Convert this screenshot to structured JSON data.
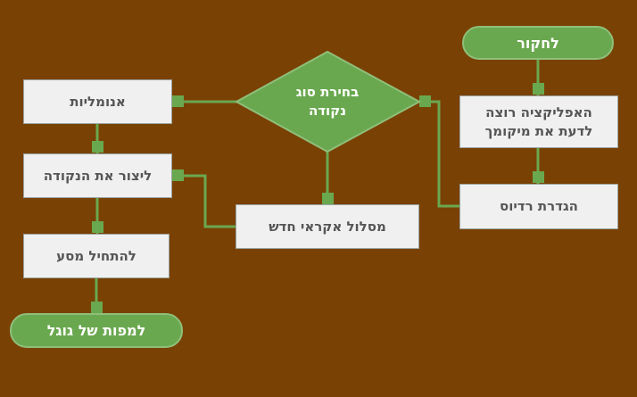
{
  "colors": {
    "background": "#7a4104",
    "accent": "#6aa84f",
    "box_fill": "#f0f0f0",
    "box_text": "#555555"
  },
  "nodes": {
    "start": "לחקור",
    "app_request_line1": "האפליקציה רוצה",
    "app_request_line2": "לדעת את מיקומך",
    "radius": "הגדרת רדיוס",
    "choose_type_line1": "בחירת סוג",
    "choose_type_line2": "נקודה",
    "anomalies": "אנומליות",
    "random_route": "מסלול אקראי חדש",
    "create_point": "ליצור את הנקודה",
    "start_trip": "להתחיל מסע",
    "google_maps": "למפות של גוגל"
  }
}
